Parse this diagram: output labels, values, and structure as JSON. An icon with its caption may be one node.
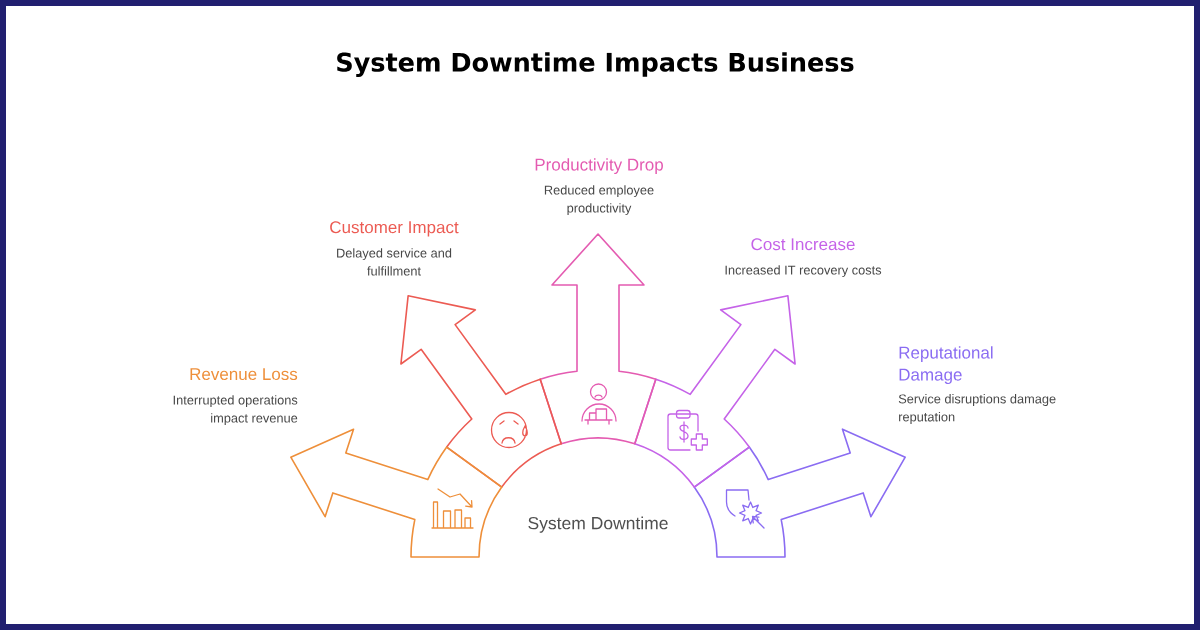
{
  "diagram": {
    "title": "System Downtime Impacts Business",
    "nodes": [
      {
        "text": [
          "System Downtime"
        ]
      },
      {
        "text": [
          "Revenue Loss",
          "Interrupted operations impact revenue"
        ]
      },
      {
        "text": [
          "Customer Impact",
          "Delayed service and fulfillment"
        ]
      },
      {
        "text": [
          "Productivity Drop",
          "Reduced employee productivity"
        ]
      },
      {
        "text": [
          "Cost Increase",
          "Increased IT recovery costs"
        ]
      },
      {
        "text": [
          "Reputational Damage",
          "Service disruptions damage reputation"
        ]
      }
    ],
    "edges": [
      {
        "from": 0,
        "to": 1,
        "arrow": "to",
        "color": "#ee8f3a"
      },
      {
        "from": 0,
        "to": 2,
        "arrow": "to",
        "color": "#ec5b53"
      },
      {
        "from": 0,
        "to": 3,
        "arrow": "to",
        "color": "#e45bb1"
      },
      {
        "from": 0,
        "to": 4,
        "arrow": "to",
        "color": "#c563e8"
      },
      {
        "from": 0,
        "to": 5,
        "arrow": "to",
        "color": "#8a6cf2"
      }
    ]
  }
}
